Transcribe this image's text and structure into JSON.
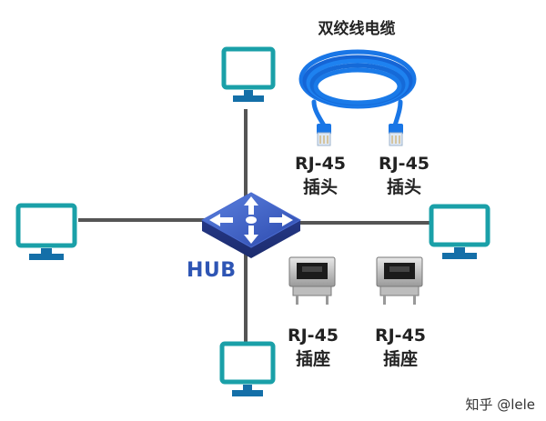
{
  "cable_title": "双绞线电缆",
  "plug_left": {
    "line1": "RJ-45",
    "line2": "插头"
  },
  "plug_right": {
    "line1": "RJ-45",
    "line2": "插头"
  },
  "socket_left": {
    "line1": "RJ-45",
    "line2": "插座"
  },
  "socket_right": {
    "line1": "RJ-45",
    "line2": "插座"
  },
  "hub_label": "HUB",
  "watermark": "知乎 @lele",
  "colors": {
    "monitor_frame": "#1aa0a8",
    "monitor_screen": "#ffffff",
    "monitor_base": "#146fa8",
    "hub": "#2f4fb0",
    "hub_label": "#2e55b4",
    "cable": "#1976e6",
    "line": "#555555"
  },
  "icons": [
    "monitor-icon",
    "hub-icon",
    "ethernet-cable-icon",
    "rj45-socket-icon"
  ]
}
